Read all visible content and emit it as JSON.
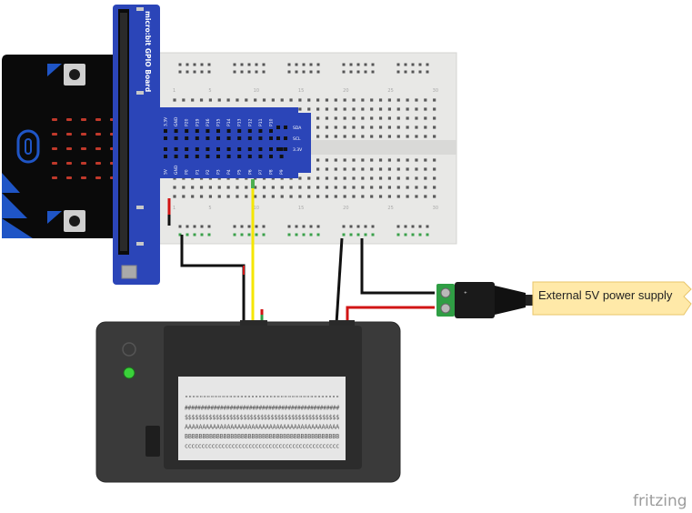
{
  "gpio_board": {
    "label": "micro:bit GPIO Board"
  },
  "gpio_pins_top": [
    "3.3V",
    "GND",
    "P20",
    "P19",
    "P16",
    "P15",
    "P14",
    "P13",
    "P12",
    "P11",
    "P10"
  ],
  "gpio_pins_bottom": [
    "5V",
    "GND",
    "P0",
    "P1",
    "P2",
    "P3",
    "P4",
    "P5",
    "P6",
    "P7",
    "P8",
    "P9"
  ],
  "gpio_right_pins": [
    "SDA",
    "SCL",
    "3.3V"
  ],
  "breadboard": {
    "top_numbers": [
      "1",
      "5",
      "10",
      "15",
      "20",
      "25",
      "30"
    ],
    "bottom_numbers": [
      "1",
      "5",
      "10",
      "15",
      "20",
      "25",
      "30"
    ]
  },
  "printer": {
    "paper_lines": [
      "\"\"\"\"\"\"\"\"\"\"\"\"\"\"\"\"\"\"\"\"\"\"\"\"\"\"\"\"\"\"\"\"\"\"\"\"\"\"\"\"\"\"",
      "################################################",
      "$$$$$$$$$$$$$$$$$$$$$$$$$$$$$$$$$$$$$$$$$$$$$",
      "AAAAAAAAAAAAAAAAAAAAAAAAAAAAAAAAAAAAAAAAAAAA",
      "BBBBBBBBBBBBBBBBBBBBBBBBBBBBBBBBBBBBBBBBBBBB",
      "cccccccccccccccccccccccccccccccccccccccccccccc"
    ]
  },
  "power_note": {
    "text": "External 5V power supply"
  },
  "watermark": {
    "text": "fritzing"
  },
  "colors": {
    "microbit_body": "#0a0a0a",
    "microbit_accent": "#1f55c6",
    "gpio_board": "#2b45b8",
    "breadboard": "#e9e9e7",
    "printer_body": "#3a3a3a",
    "wire_black": "#111111",
    "wire_red": "#d11414",
    "wire_yellow": "#f5e600",
    "terminal_green": "#2f9e44",
    "note_bg": "#ffe9a8"
  }
}
